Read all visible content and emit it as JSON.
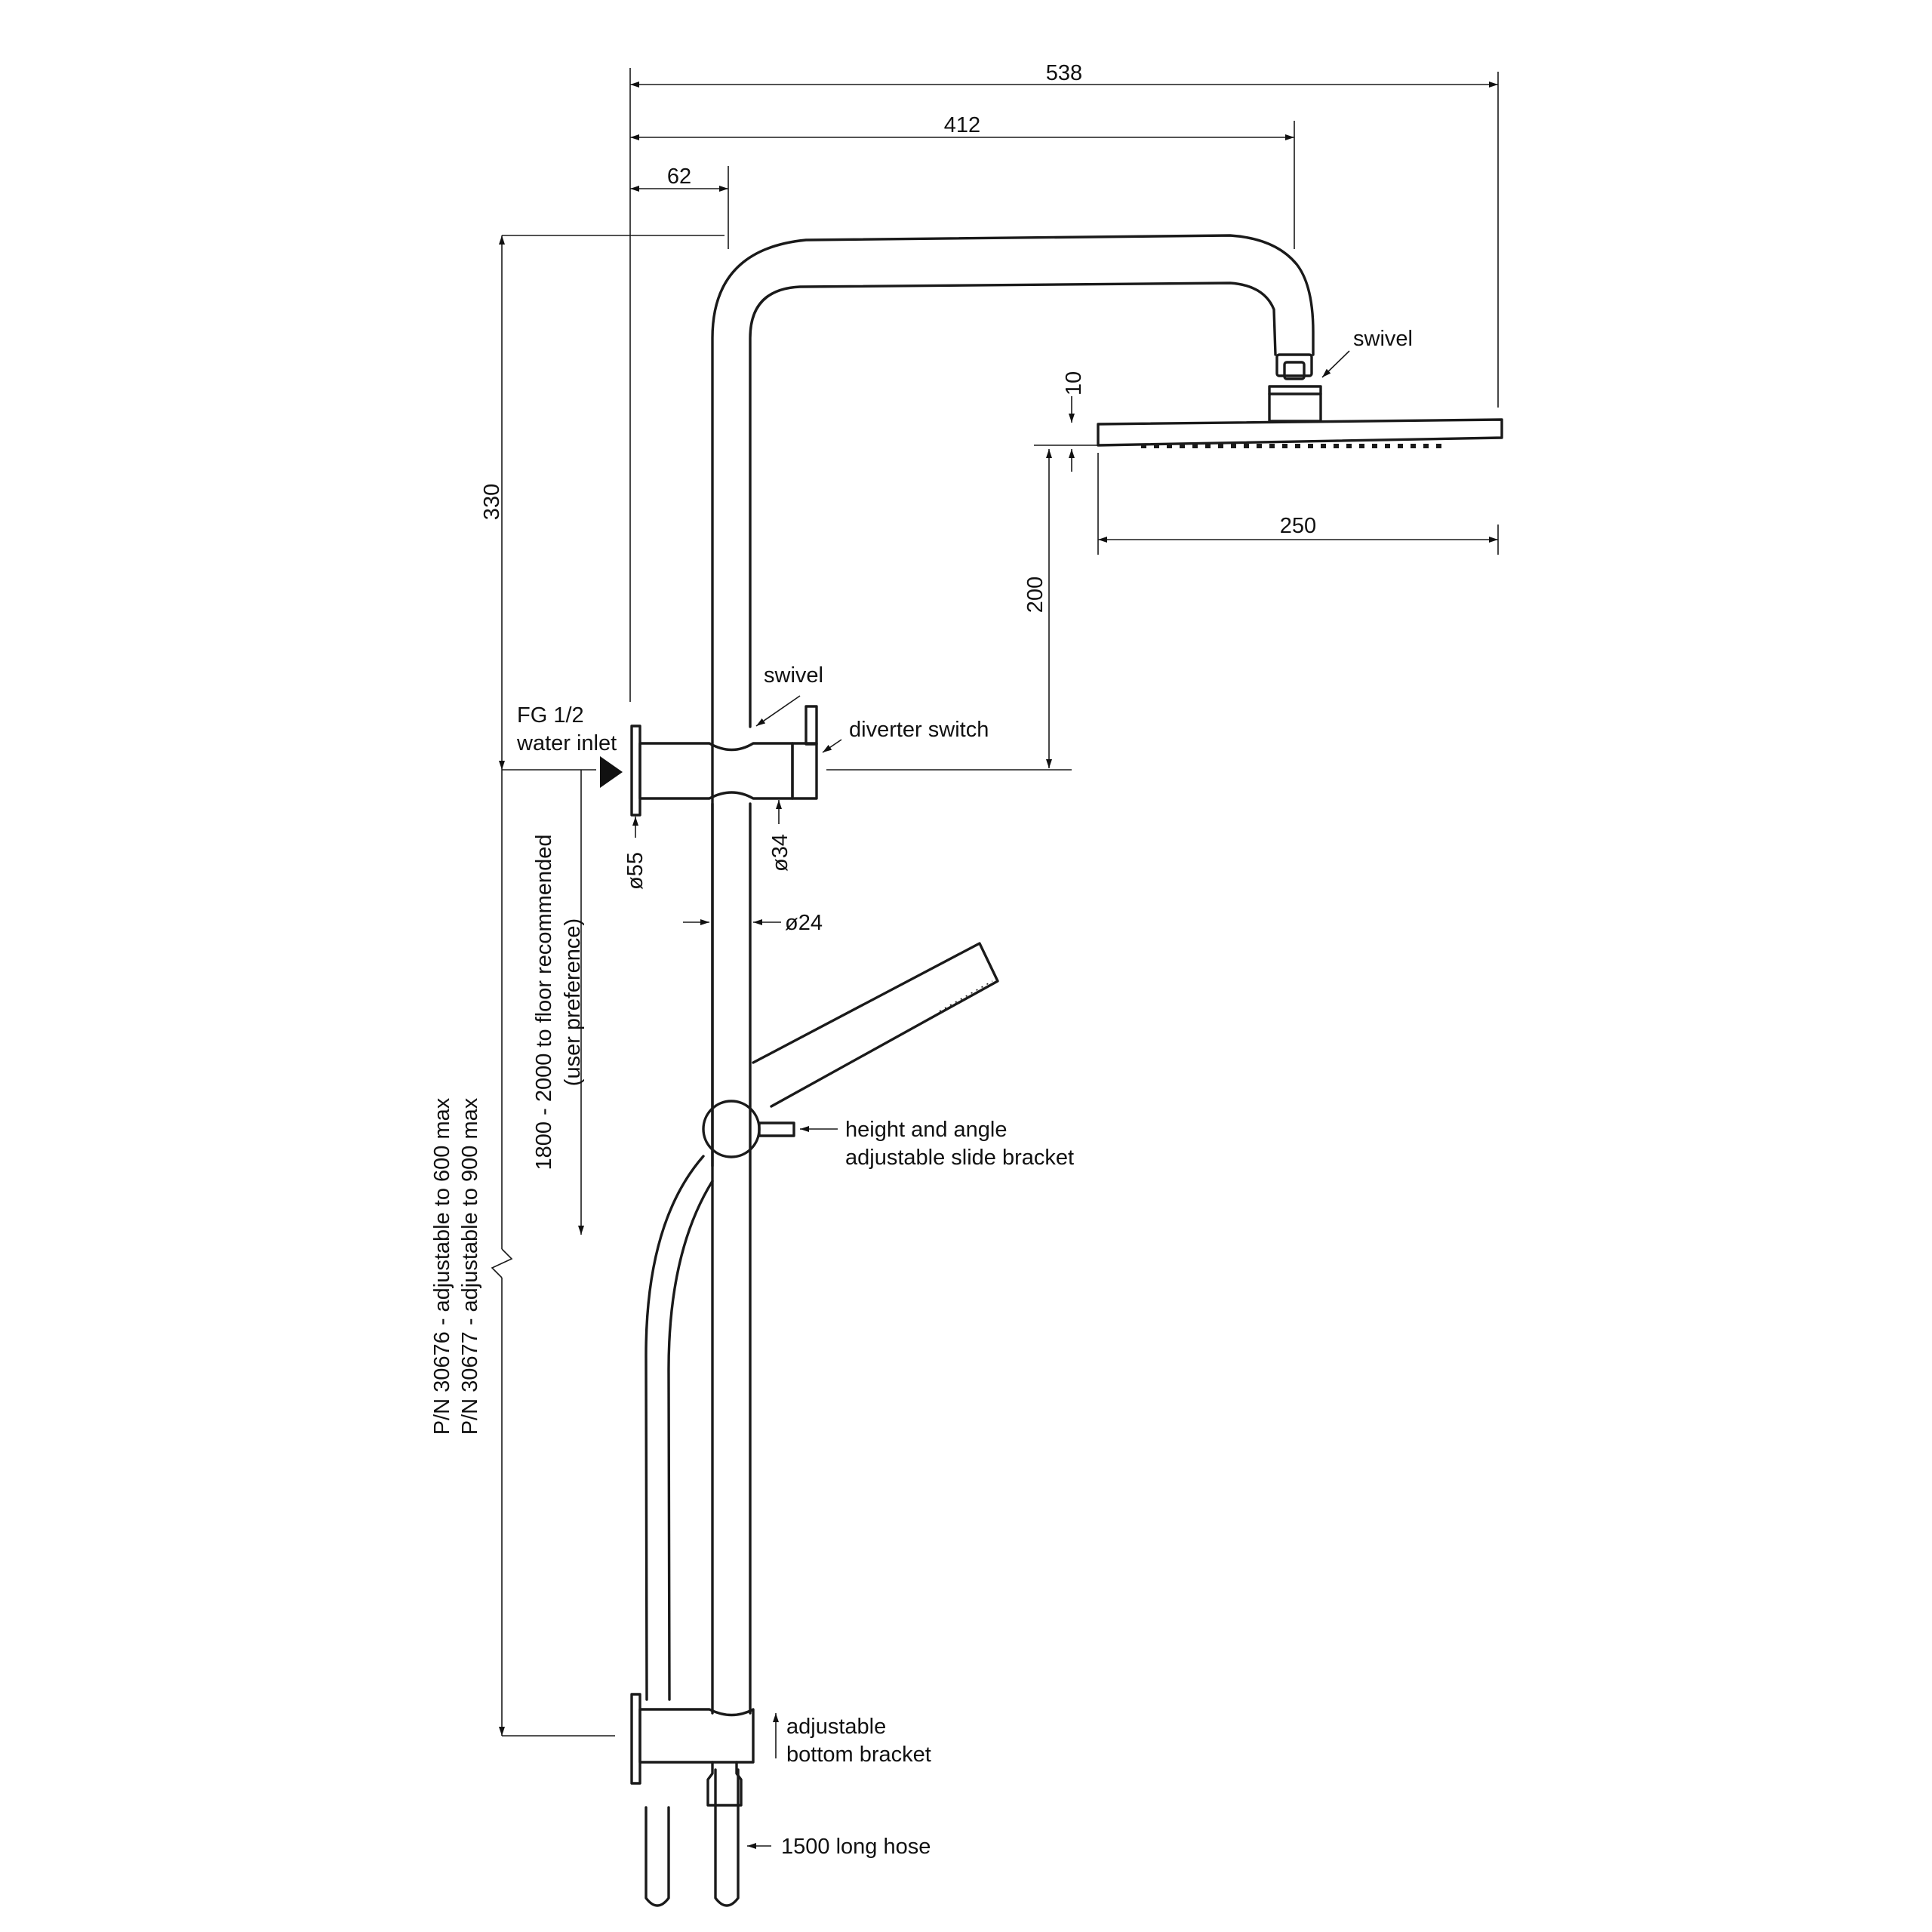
{
  "colors": {
    "line": "#1a1a1a",
    "background": "#ffffff"
  },
  "dimensions": {
    "overall_width": "538",
    "arm_reach": "412",
    "rail_offset": "62",
    "rail_height": "330",
    "head_thickness": "10",
    "head_width": "250",
    "head_to_inlet": "200",
    "flange_dia": "ø55",
    "diverter_dia": "ø34",
    "rail_dia": "ø24"
  },
  "labels": {
    "swivel_top": "swivel",
    "swivel_mid": "swivel",
    "inlet_line1": "FG 1/2",
    "inlet_line2": "water inlet",
    "diverter": "diverter switch",
    "slide_line1": "height and angle",
    "slide_line2": "adjustable slide bracket",
    "bottom_line1": "adjustable",
    "bottom_line2": "bottom bracket",
    "hose": "1500 long hose",
    "floor_line1": "1800 - 2000 to floor recommended",
    "floor_line2": "(user preference)",
    "pn_line1": "P/N 30676 - adjustable to 600 max",
    "pn_line2": "P/N 30677 - adjustable to 900 max"
  }
}
